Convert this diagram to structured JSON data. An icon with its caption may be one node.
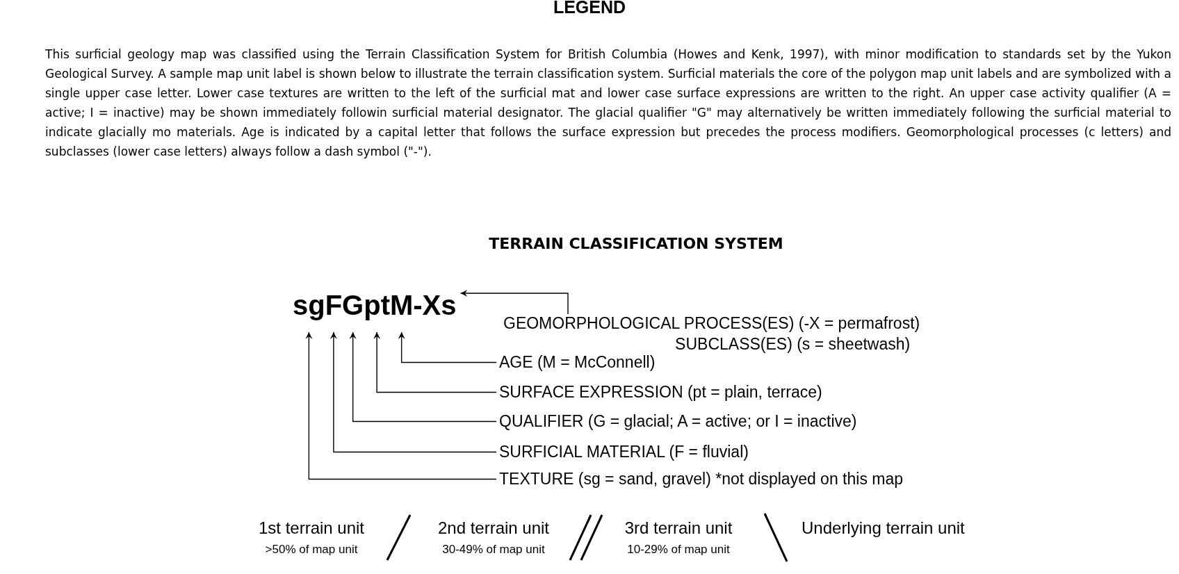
{
  "diagram": {
    "title": "LEGEND",
    "nodes": [
      {
        "text": [
          "sgFGptM-Xs"
        ]
      },
      {
        "text": [
          "GEOMORPHOLOGICAL PROCESS(ES) (-X = permafrost)",
          "SUBCLASS(ES) (s = sheetwash)"
        ]
      },
      {
        "text": [
          "AGE (M = McConnell)"
        ]
      },
      {
        "text": [
          "SURFACE EXPRESSION (pt = plain, terrace)"
        ]
      },
      {
        "text": [
          "QUALIFIER (G = glacial; A = active; or I = inactive)"
        ]
      },
      {
        "text": [
          "SURFICIAL MATERIAL (F = fluvial)"
        ]
      },
      {
        "text": [
          "TEXTURE (sg = sand, gravel) *not displayed on this map"
        ]
      }
    ],
    "edges": [
      {
        "from": 1,
        "to": 0,
        "arrow": "to"
      },
      {
        "from": 2,
        "to": 0,
        "arrow": "to"
      },
      {
        "from": 3,
        "to": 0,
        "arrow": "to"
      },
      {
        "from": 4,
        "to": 0,
        "arrow": "to"
      },
      {
        "from": 5,
        "to": 0,
        "arrow": "to"
      },
      {
        "from": 6,
        "to": 0,
        "arrow": "to"
      }
    ],
    "labels": [
      "This surficial geology map was classified using the Terrain Classification System for British Columbia (Howes and Kenk, 1997), with minor modification to standards set by the Yukon Geological Survey. A sample map unit label is shown below to illustrate the terrain classification system. Surficial materials the core of the polygon map unit labels and are symbolized with a single upper case letter. Lower case textures are written to the left of the surficial mat and lower case surface expressions are written to the right. An upper case activity qualifier (A = active; I = inactive) may be shown immediately followin surficial material designator. The glacial qualifier \"G\" may alternatively be written immediately following the surficial material to indicate glacially mo materials. Age is indicated by a capital letter that follows the surface expression but precedes the process modifiers. Geomorphological processes (c letters) and subclasses (lower case letters) always follow a dash symbol (\"-\").",
      "TERRAIN CLASSIFICATION SYSTEM",
      "1st terrain unit",
      ">50% of map unit",
      "2nd terrain unit",
      "30-49% of map unit",
      "3rd terrain unit",
      "10-29% of map unit",
      "Underlying terrain unit"
    ]
  }
}
